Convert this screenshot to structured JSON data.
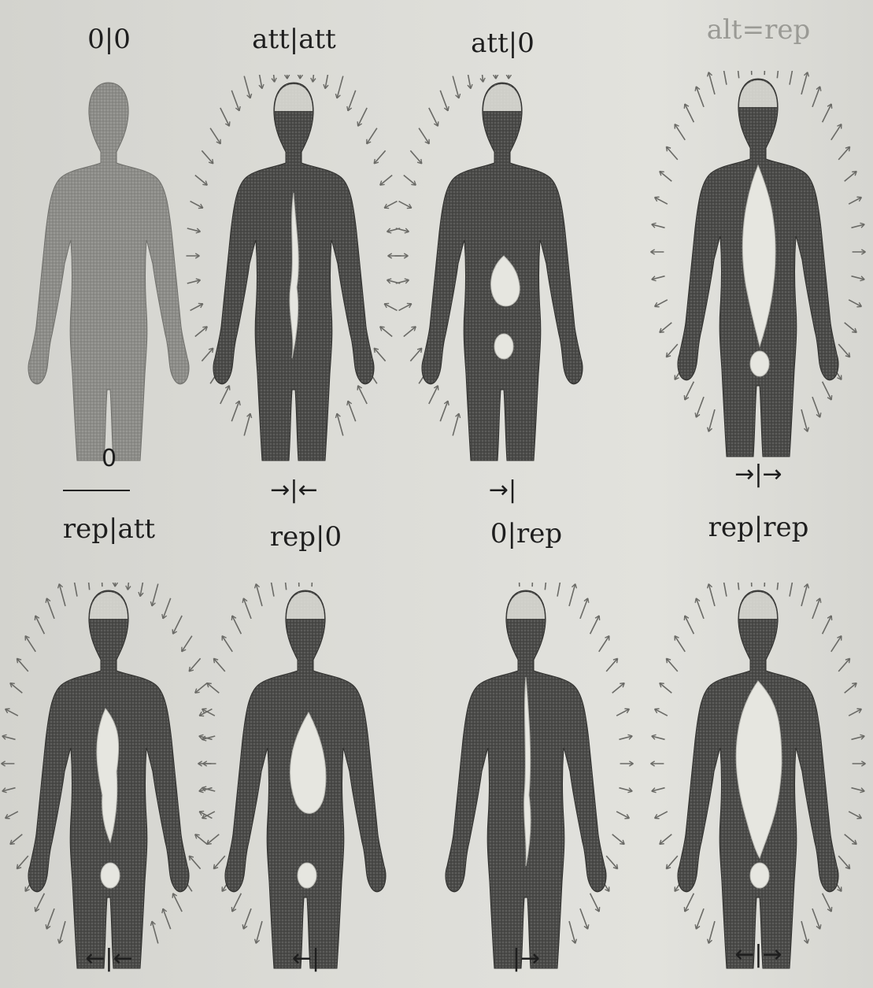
{
  "figures": [
    {
      "label": "0|0",
      "caption": "0",
      "mode": "none",
      "glow": 0
    },
    {
      "label": "att|att",
      "caption": "→|←",
      "mode": "in",
      "glow": 1
    },
    {
      "label": "att|0",
      "caption": "→|",
      "mode": "inleft",
      "glow": 2
    },
    {
      "label": "alt=rep",
      "caption": "→|→",
      "mode": "out",
      "glow": 3
    },
    {
      "label": "rep|att",
      "caption": "←|←",
      "mode": "mixed",
      "glow": 4
    },
    {
      "label": "rep|0",
      "caption": "←|",
      "mode": "outleft",
      "glow": 5
    },
    {
      "label": "0|rep",
      "caption": "|→",
      "mode": "outright",
      "glow": 6
    },
    {
      "label": "rep|rep",
      "caption": "←|→",
      "mode": "out",
      "glow": 7
    }
  ],
  "colors": {
    "body_light": "#8c8c88",
    "body_dark": "#4a4a48",
    "glow": "#e6e6e0",
    "arrow": "#6a6a66",
    "ink": "#1e1e1e"
  }
}
